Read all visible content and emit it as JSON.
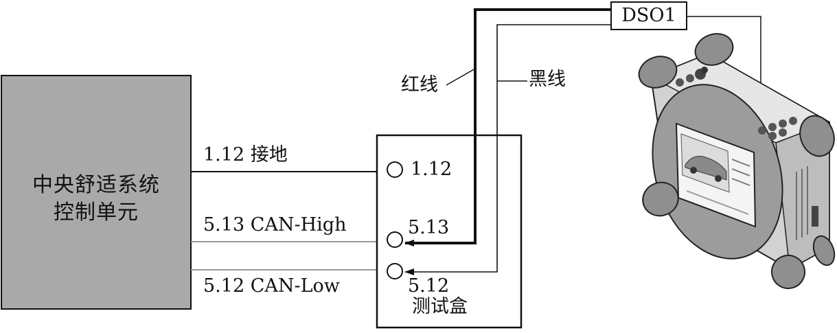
{
  "ecu": {
    "line1": "中央舒适系统",
    "line2": "控制单元"
  },
  "wires": {
    "ground": "1.12 接地",
    "can_high": "5.13 CAN-High",
    "can_low": "5.12 CAN-Low"
  },
  "test_box": {
    "title": "测试盒",
    "pin_ground": "1.12",
    "pin_high": "5.13",
    "pin_low": "5.12"
  },
  "probe": {
    "channel": "DSO1",
    "red_lead": "红线",
    "black_lead": "黑线"
  },
  "colors": {
    "ecu_fill": "#a9a9a9",
    "line": "#111111",
    "can_line": "#9a9a9a",
    "device_body": "#cfcfcf",
    "device_dark": "#6e6e6e"
  }
}
